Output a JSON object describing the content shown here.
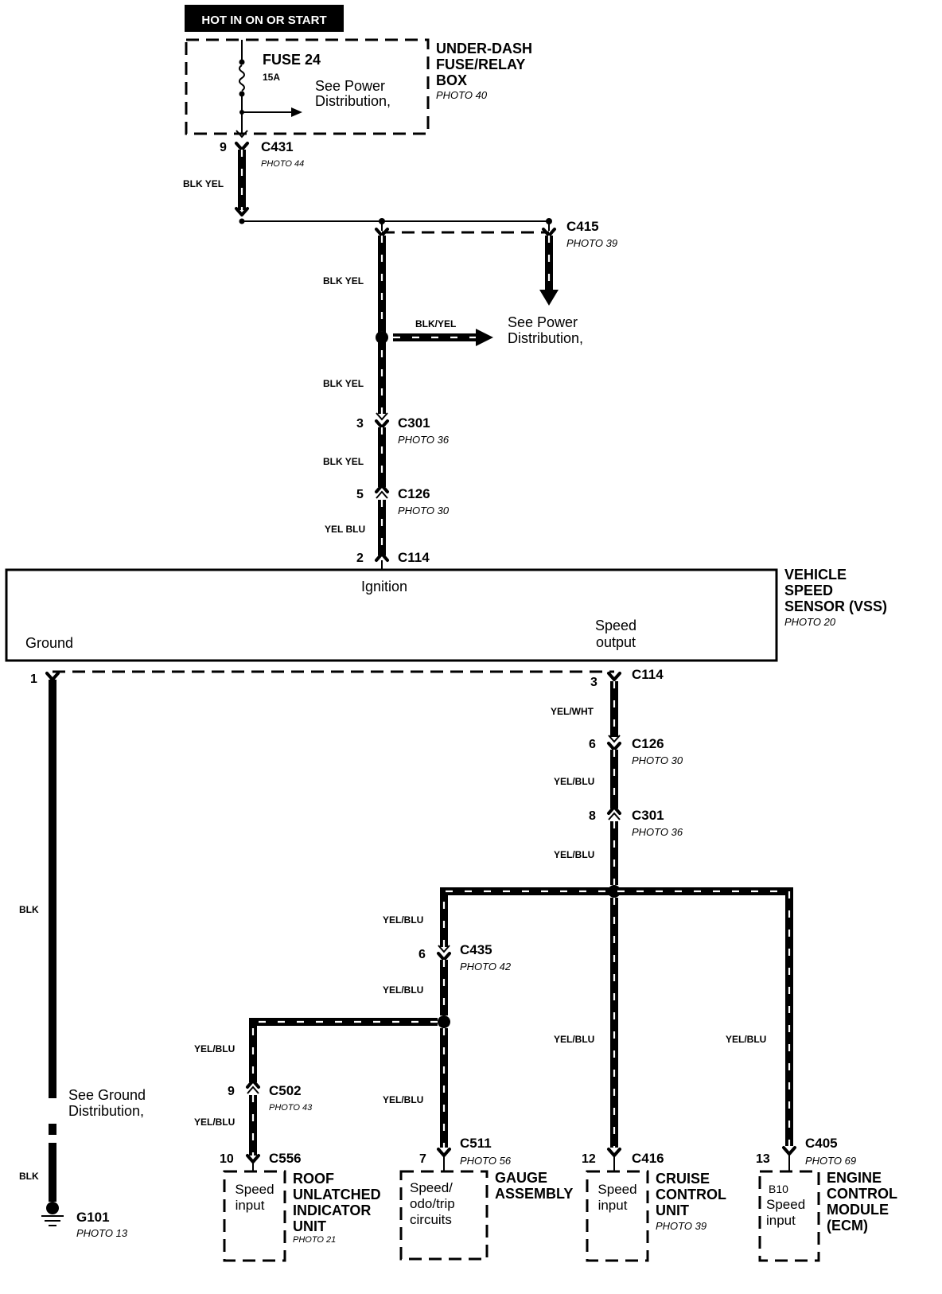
{
  "header": {
    "hot_label": "HOT IN ON OR START"
  },
  "fuse_box": {
    "title_line1": "UNDER-DASH",
    "title_line2": "FUSE/RELAY",
    "title_line3": "BOX",
    "photo": "PHOTO 40",
    "fuse_name": "FUSE 24",
    "fuse_rating": "15A",
    "see_line1": "See Power",
    "see_line2": "Distribution,"
  },
  "connectors": {
    "c431": {
      "name": "C431",
      "pin": "9",
      "photo": "PHOTO 44"
    },
    "c415": {
      "name": "C415",
      "photo": "PHOTO 39"
    },
    "c301_top": {
      "name": "C301",
      "pin": "3",
      "photo": "PHOTO 36"
    },
    "c126_top": {
      "name": "C126",
      "pin": "5",
      "photo": "PHOTO 30"
    },
    "c114_top": {
      "name": "C114",
      "pin": "2"
    },
    "c114_bot": {
      "name": "C114",
      "pin": "3"
    },
    "c126_bot": {
      "name": "C126",
      "pin": "6",
      "photo": "PHOTO 30"
    },
    "c301_bot": {
      "name": "C301",
      "pin": "8",
      "photo": "PHOTO 36"
    },
    "c435": {
      "name": "C435",
      "pin": "6",
      "photo": "PHOTO 42"
    },
    "c502": {
      "name": "C502",
      "pin": "9",
      "photo": "PHOTO 43"
    },
    "c556": {
      "name": "C556",
      "pin": "10"
    },
    "c511": {
      "name": "C511",
      "pin": "7",
      "photo": "PHOTO 56"
    },
    "c416": {
      "name": "C416",
      "pin": "12"
    },
    "c405": {
      "name": "C405",
      "pin": "13",
      "photo": "PHOTO 69"
    },
    "ground_pin": "1"
  },
  "splice_power": {
    "see_line1": "See Power",
    "see_line2": "Distribution,"
  },
  "wires": {
    "blk_yel_a": "BLK YEL",
    "blk_yel_b": "BLK YEL",
    "blk_yel_c": "BLK/YEL",
    "blk_yel_d": "BLK YEL",
    "blk_yel_e": "BLK YEL",
    "yel_blu_top": "YEL BLU",
    "yel_wht": "YEL/WHT",
    "yel_blu_1": "YEL/BLU",
    "yel_blu_2": "YEL/BLU",
    "yel_blu_3": "YEL/BLU",
    "yel_blu_4": "YEL/BLU",
    "yel_blu_5": "YEL/BLU",
    "yel_blu_6": "YEL/BLU",
    "yel_blu_7": "YEL/BLU",
    "yel_blu_8": "YEL/BLU",
    "yel_blu_9": "YEL/BLU",
    "blk_1": "BLK",
    "blk_2": "BLK"
  },
  "vss": {
    "title_line1": "VEHICLE",
    "title_line2": "SPEED",
    "title_line3": "SENSOR (VSS)",
    "photo": "PHOTO 20",
    "ignition": "Ignition",
    "ground": "Ground",
    "speed_line1": "Speed",
    "speed_line2": "output"
  },
  "ground": {
    "see_line1": "See Ground",
    "see_line2": "Distribution,",
    "name": "G101",
    "photo": "PHOTO 13"
  },
  "components": {
    "roof": {
      "inner_line1": "Speed",
      "inner_line2": "input",
      "title_line1": "ROOF",
      "title_line2": "UNLATCHED",
      "title_line3": "INDICATOR",
      "title_line4": "UNIT",
      "photo": "PHOTO 21"
    },
    "gauge": {
      "inner_line1": "Speed/",
      "inner_line2": "odo/trip",
      "inner_line3": "circuits",
      "title_line1": "GAUGE",
      "title_line2": "ASSEMBLY"
    },
    "cruise": {
      "inner_line1": "Speed",
      "inner_line2": "input",
      "title_line1": "CRUISE",
      "title_line2": "CONTROL",
      "title_line3": "UNIT",
      "photo": "PHOTO 39"
    },
    "ecm": {
      "inner_line1": "B10",
      "inner_line2": "Speed",
      "inner_line3": "input",
      "title_line1": "ENGINE",
      "title_line2": "CONTROL",
      "title_line3": "MODULE",
      "title_line4": "(ECM)"
    }
  }
}
